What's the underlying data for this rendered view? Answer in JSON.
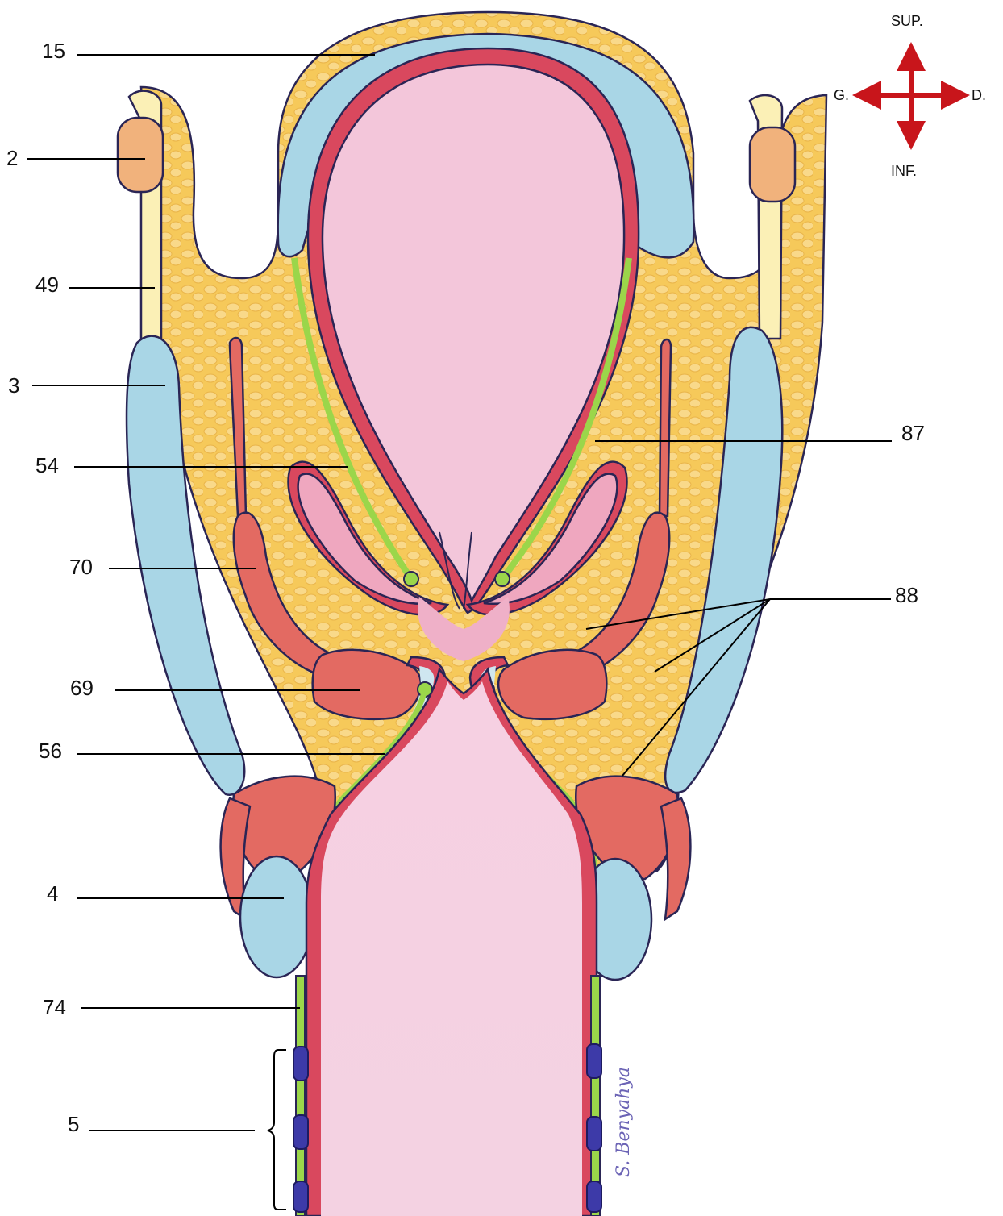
{
  "labels": {
    "l15": "15",
    "l2": "2",
    "l49": "49",
    "l3": "3",
    "l54": "54",
    "l70": "70",
    "l69": "69",
    "l56": "56",
    "l4": "4",
    "l74": "74",
    "l5": "5",
    "l87": "87",
    "l88": "88"
  },
  "orientation": {
    "sup": "SUP.",
    "inf": "INF.",
    "left": "G.",
    "right": "D."
  },
  "signature": "S. Benyahya",
  "colors": {
    "fat": "#f6c95a",
    "cartilage_blue": "#a9d6e6",
    "mucosa_red": "#d9485e",
    "lumen_pink": "#f3c6da",
    "muscle_red": "#e36a62",
    "membrane_green": "#9bd64a",
    "tracheal_ring": "#3d3aa8",
    "arrow_red": "#c8151b",
    "corniculate_orange": "#f1b27c"
  }
}
